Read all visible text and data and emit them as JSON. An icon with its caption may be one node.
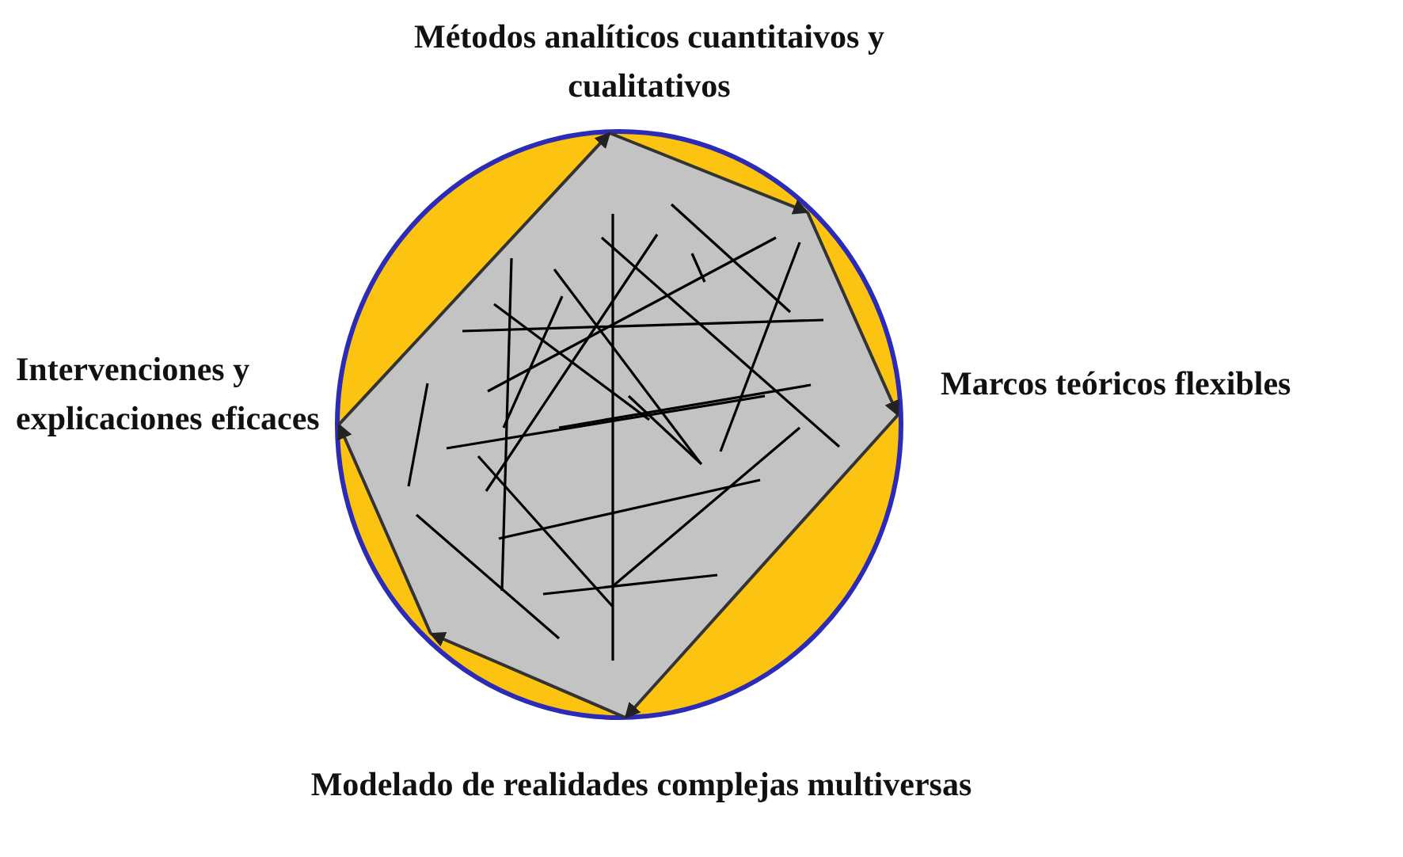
{
  "diagram": {
    "labels": [
      "Métodos analíticos cuantitaivos y cualitativos",
      "Intervenciones y explicaciones eficaces",
      "Marcos teóricos flexibles",
      "Modelado de realidades complejas multiversas"
    ]
  }
}
